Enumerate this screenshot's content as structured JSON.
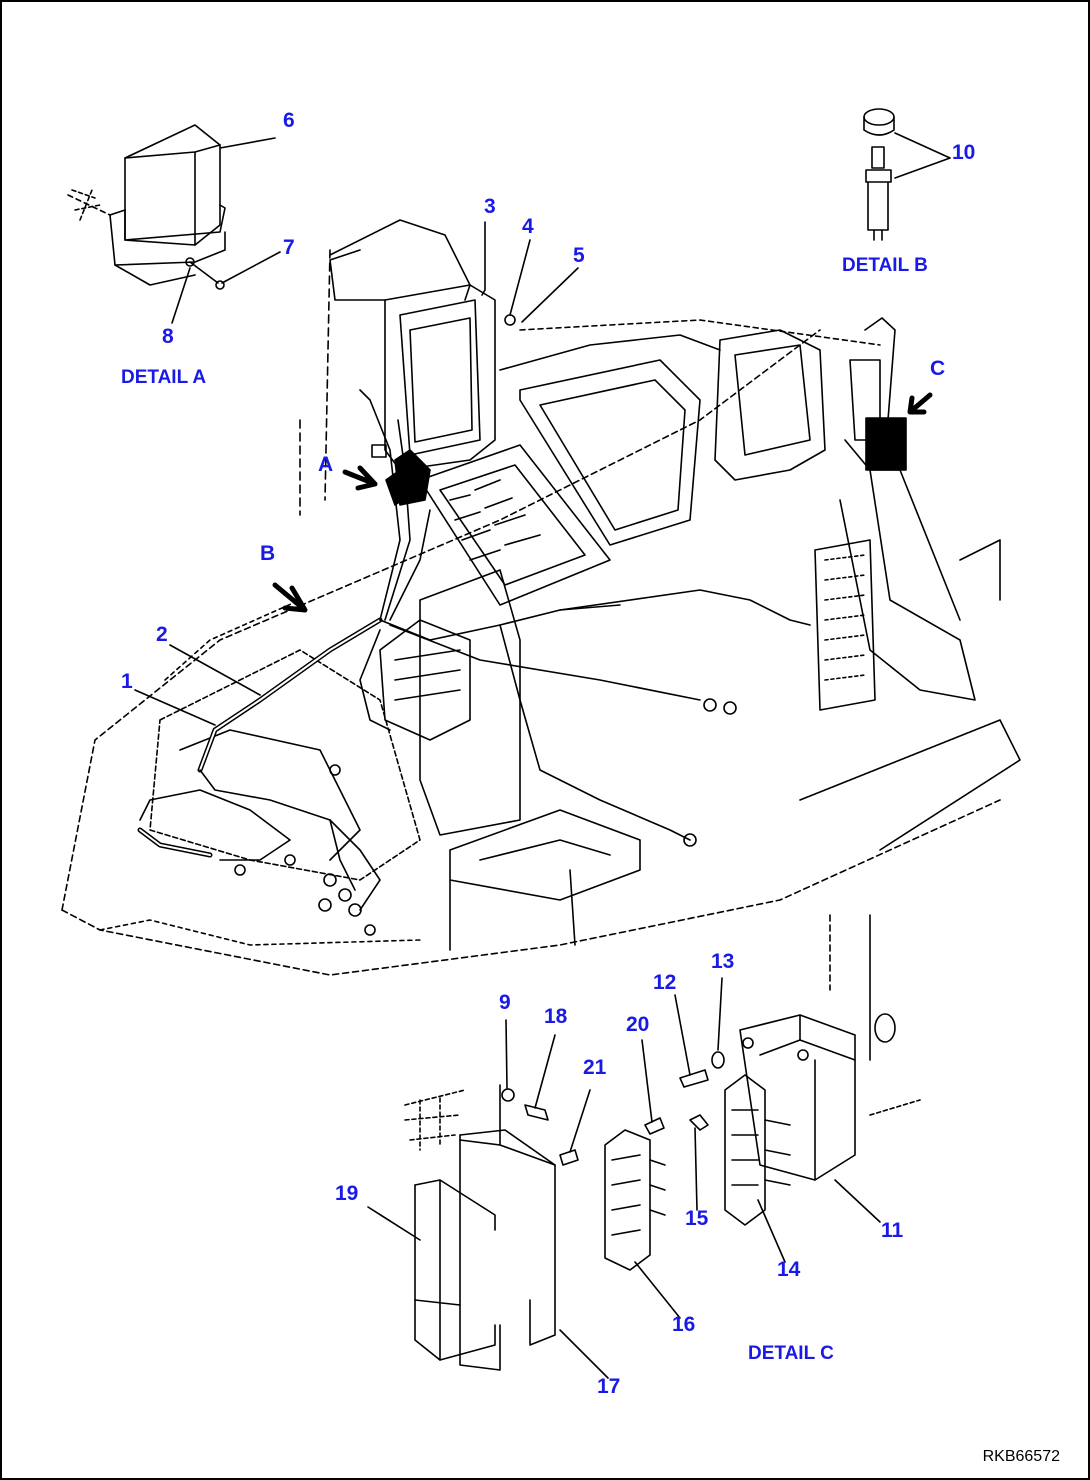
{
  "part_numbers": [
    "1",
    "2",
    "3",
    "4",
    "5",
    "6",
    "7",
    "8",
    "9",
    "10",
    "11",
    "12",
    "13",
    "14",
    "15",
    "16",
    "17",
    "18",
    "19",
    "20",
    "21"
  ],
  "view_markers": [
    "A",
    "B",
    "C"
  ],
  "detail_labels": [
    "DETAIL A",
    "DETAIL B",
    "DETAIL C"
  ],
  "drawing_code": "RKB66572",
  "colors": {
    "label": "#1a1ae6",
    "line": "#000000",
    "background": "#ffffff"
  }
}
